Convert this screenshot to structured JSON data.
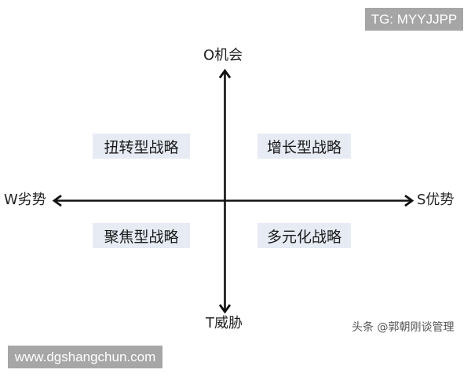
{
  "watermarks": {
    "top_right": "TG: MYYJJPP",
    "bottom_left": "www.dgshangchun.com"
  },
  "axes": {
    "top": "O机会",
    "bottom": "T威胁",
    "left": "W劣势",
    "right": "S优势"
  },
  "quadrants": {
    "top_left": "扭转型战略",
    "top_right": "增长型战略",
    "bottom_left": "聚焦型战略",
    "bottom_right": "多元化战略"
  },
  "credit": "头条 @郭朝刚谈管理",
  "colors": {
    "quadrant_bg": "#e6ebf4",
    "axis_line": "#111111",
    "watermark_bg": "#a6a6a6",
    "watermark_text": "#ffffff"
  }
}
